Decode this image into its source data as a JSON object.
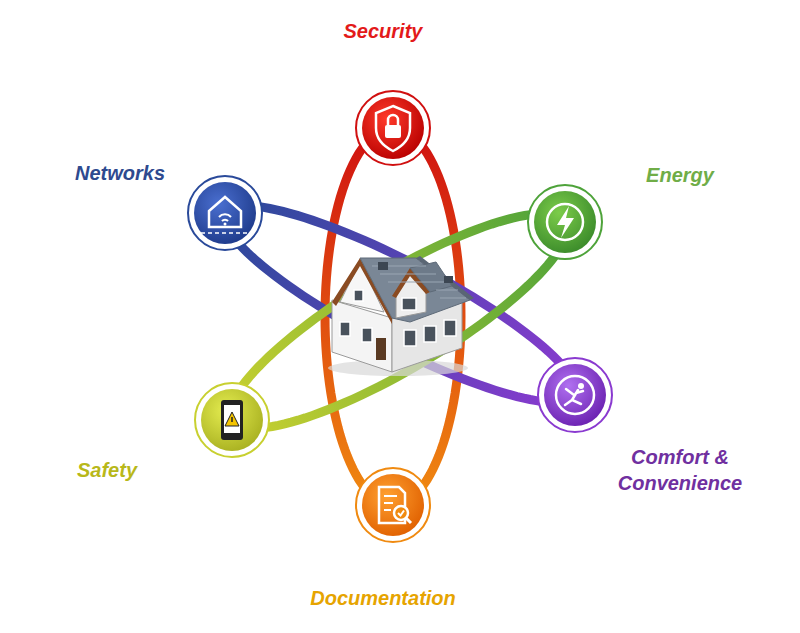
{
  "diagram": {
    "nodes": [
      {
        "text": [
          "Security"
        ]
      },
      {
        "text": [
          "Networks"
        ]
      },
      {
        "text": [
          "Energy"
        ]
      },
      {
        "text": [
          "Safety"
        ]
      },
      {
        "text": [
          "Comfort & Convenience"
        ]
      },
      {
        "text": [
          "Documentation"
        ]
      }
    ],
    "edges": [
      {
        "from": 0,
        "to": 5,
        "arrow": "none"
      },
      {
        "from": 1,
        "to": 4,
        "arrow": "none"
      },
      {
        "from": 2,
        "to": 3,
        "arrow": "none"
      }
    ]
  }
}
